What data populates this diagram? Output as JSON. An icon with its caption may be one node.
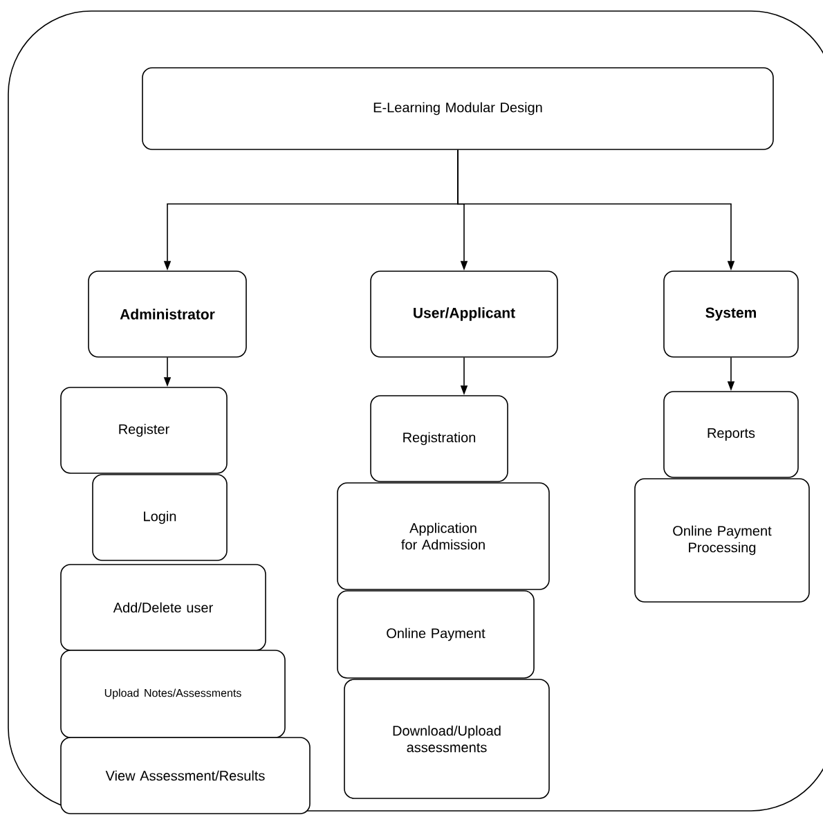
{
  "diagram": {
    "nodes": [
      {
        "text": [
          "E-Learning Modular Design"
        ]
      },
      {
        "text": [
          "Administrator"
        ]
      },
      {
        "text": [
          "User/Applicant"
        ]
      },
      {
        "text": [
          "System"
        ]
      },
      {
        "text": [
          "Register"
        ]
      },
      {
        "text": [
          "Login"
        ]
      },
      {
        "text": [
          "Add/Delete user"
        ]
      },
      {
        "text": [
          "Upload Notes/Assessments"
        ]
      },
      {
        "text": [
          "View Assessment/Results"
        ]
      },
      {
        "text": [
          "Registration"
        ]
      },
      {
        "text": [
          "Application for Admission"
        ]
      },
      {
        "text": [
          "Online Payment"
        ]
      },
      {
        "text": [
          "Download/Upload assessments"
        ]
      },
      {
        "text": [
          "Reports"
        ]
      },
      {
        "text": [
          "Online Payment Processing"
        ]
      }
    ],
    "edges": [
      {
        "from": 0,
        "to": 1,
        "arrow": "to"
      },
      {
        "from": 0,
        "to": 2,
        "arrow": "to"
      },
      {
        "from": 0,
        "to": 3,
        "arrow": "to"
      },
      {
        "from": 1,
        "to": 4,
        "arrow": "to"
      },
      {
        "from": 2,
        "to": 9,
        "arrow": "to"
      },
      {
        "from": 3,
        "to": 13,
        "arrow": "to"
      }
    ]
  }
}
